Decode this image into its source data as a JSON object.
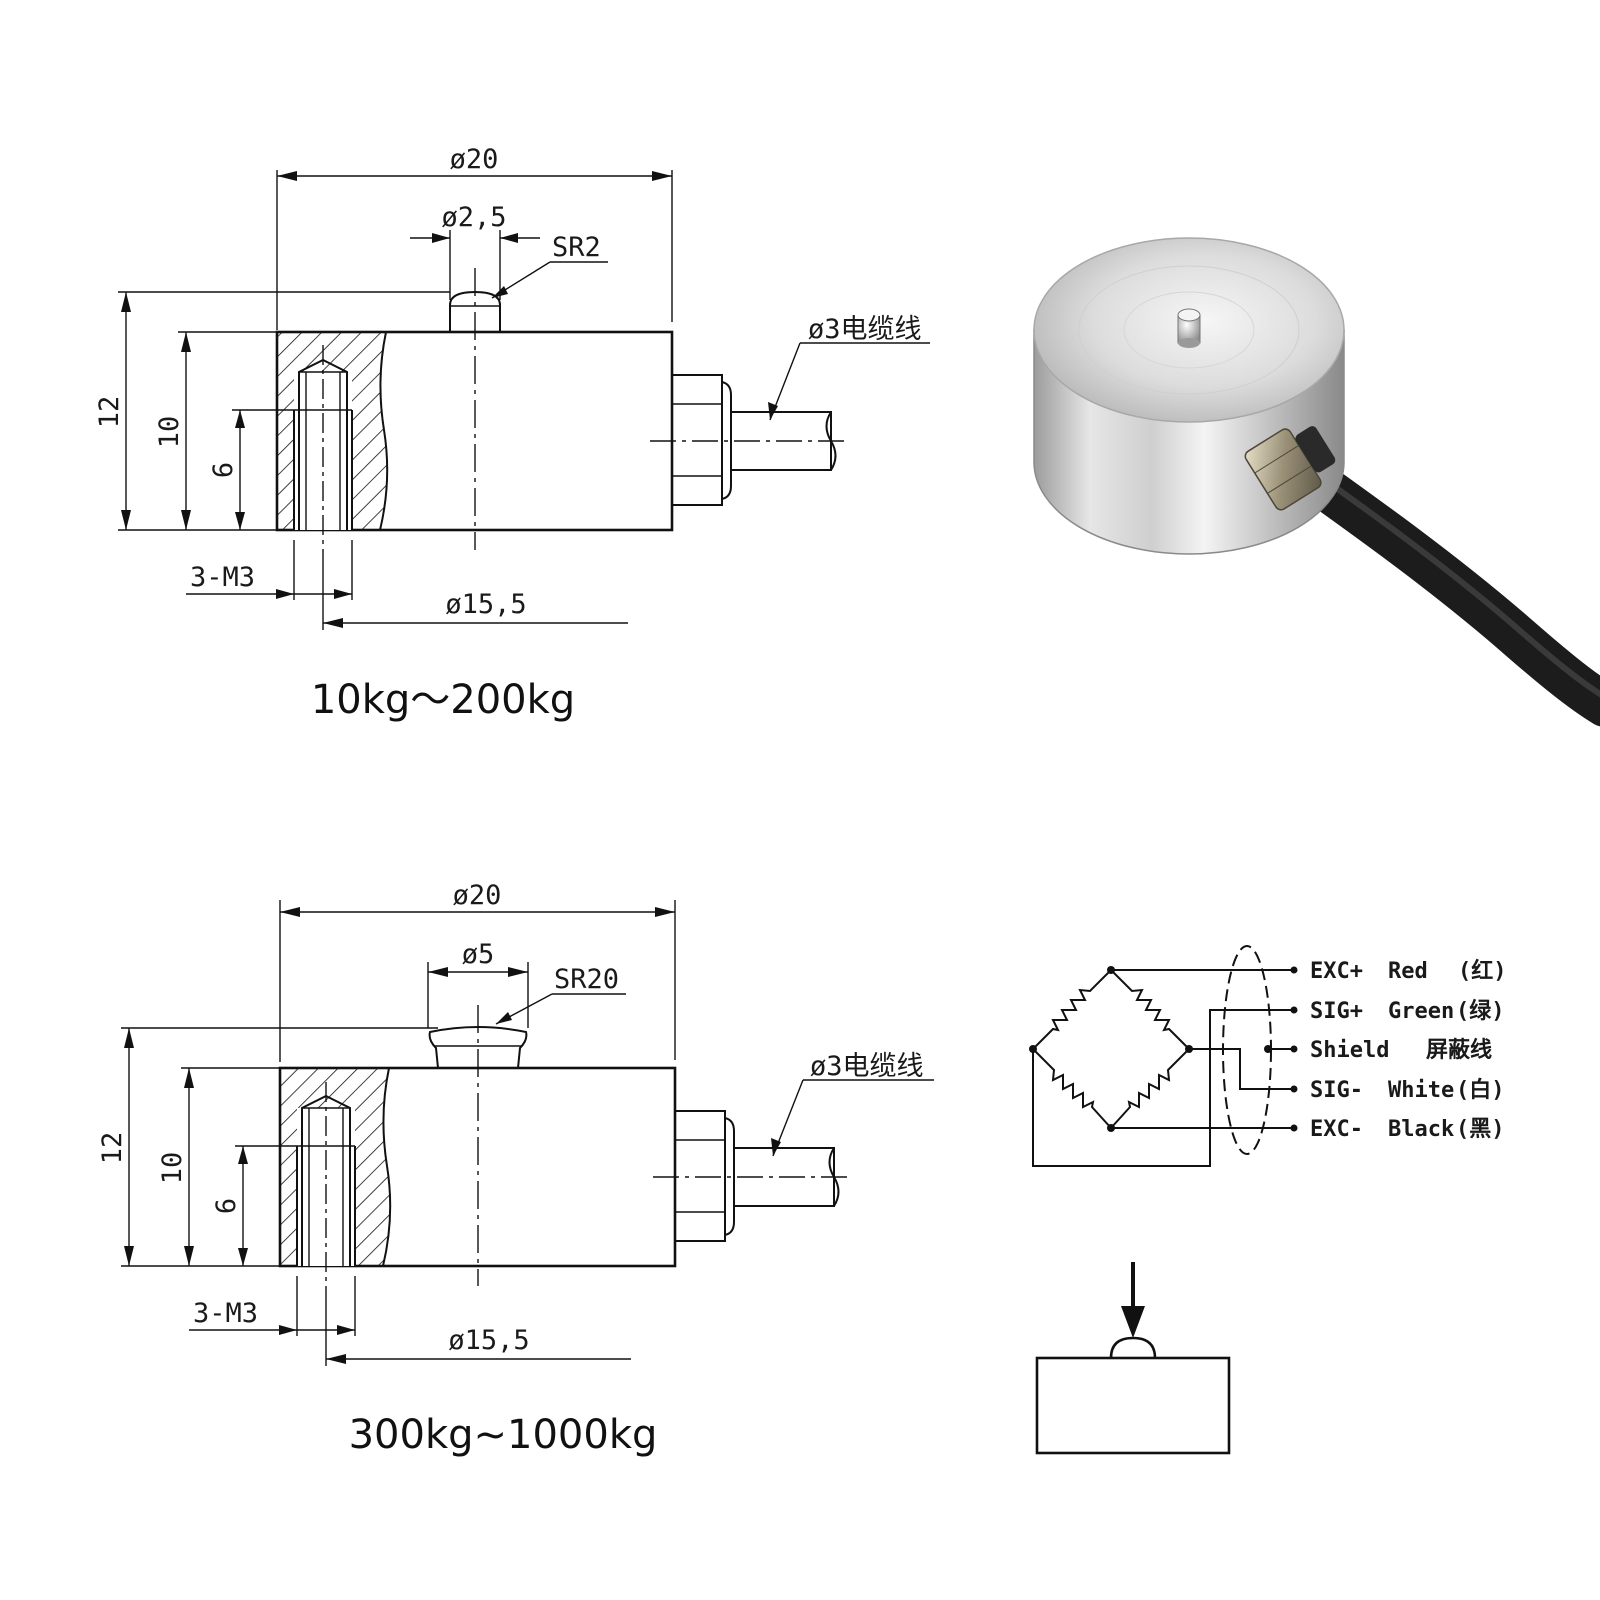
{
  "drawing_top": {
    "dia_outer": "ø20",
    "dia_button": "ø2,5",
    "sphere_radius": "SR2",
    "cable": "ø3电缆线",
    "height_total": "12",
    "height_body": "10",
    "height_thread": "6",
    "thread_spec": "3-M3",
    "bolt_circle": "ø15,5",
    "capacity_range": "10kg～200kg"
  },
  "drawing_bottom": {
    "dia_outer": "ø20",
    "dia_button": "ø5",
    "sphere_radius": "SR20",
    "cable": "ø3电缆线",
    "height_total": "12",
    "height_body": "10",
    "height_thread": "6",
    "thread_spec": "3-M3",
    "bolt_circle": "ø15,5",
    "capacity_range": "300kg~1000kg"
  },
  "wiring": [
    {
      "signal": "EXC+",
      "color_name": "Red",
      "cn": "(红)"
    },
    {
      "signal": "SIG+",
      "color_name": "Green",
      "cn": "(绿)"
    },
    {
      "signal": "Shield",
      "color_name": "",
      "cn": "屏蔽线"
    },
    {
      "signal": "SIG-",
      "color_name": "White",
      "cn": "(白)"
    },
    {
      "signal": "EXC-",
      "color_name": "Black",
      "cn": "(黑)"
    }
  ],
  "colors": {
    "ink": "#111111",
    "steel_light": "#f2f2f2",
    "steel_dark": "#9a9a9a",
    "cable": "#1c1c1c"
  }
}
